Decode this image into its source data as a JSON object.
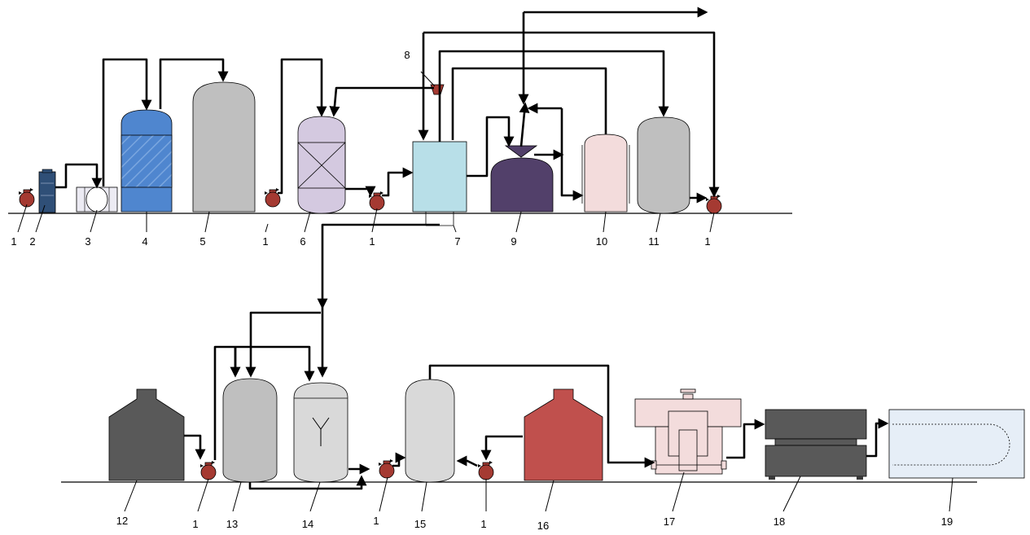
{
  "labels": {
    "pump": "1",
    "n2": "2",
    "n3": "3",
    "n4": "4",
    "n5": "5",
    "n6": "6",
    "n7": "7",
    "n8": "8",
    "n9": "9",
    "n10": "10",
    "n11": "11",
    "n12": "12",
    "n13": "13",
    "n14": "14",
    "n15": "15",
    "n16": "16",
    "n17": "17",
    "n18": "18",
    "n19": "19"
  },
  "colors": {
    "pump": "#a53a32",
    "tank2": "#2f4f77",
    "tank4": "#4f86cf",
    "grey_tank": "#bfbfbf",
    "tank6": "#d4c9e0",
    "tank7": "#b8dfe8",
    "tank9": "#52406a",
    "tank10": "#f3dcdc",
    "dark_tank": "#595959",
    "tank14": "#d9d9d9",
    "tank16": "#c0504d",
    "machine17": "#f3dcdc",
    "press18": "#595959",
    "tank19": "#e6eef7"
  }
}
